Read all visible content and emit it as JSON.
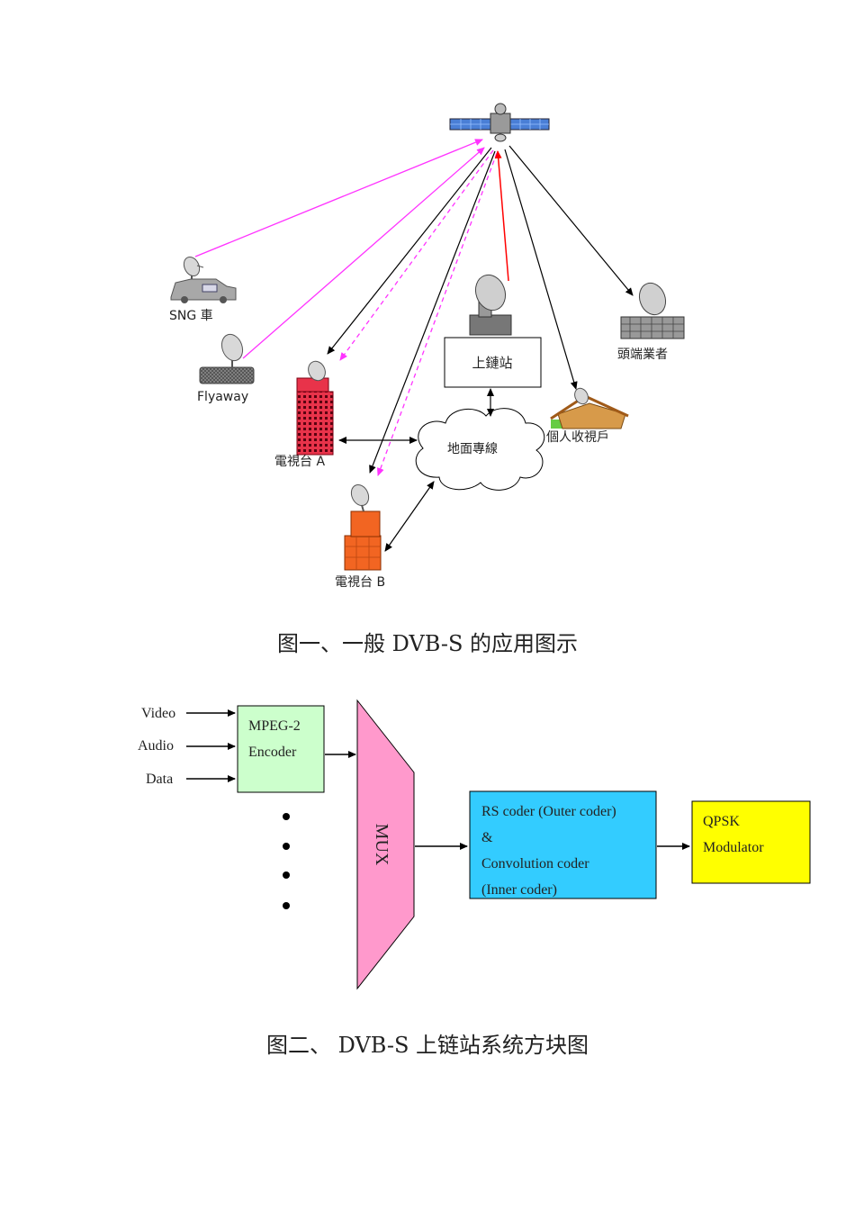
{
  "figure1": {
    "nodes": {
      "sng": "SNG 車",
      "flyaway": "Flyaway",
      "tv_a": "電視台 A",
      "tv_b": "電視台 B",
      "uplink": "上鏈站",
      "terrestrial": "地面專線",
      "home": "個人收視戶",
      "headend": "頭端業者"
    },
    "caption": "图一、一般 DVB-S 的应用图示"
  },
  "figure2": {
    "inputs": [
      "Video",
      "Audio",
      "Data"
    ],
    "encoder": [
      "MPEG-2",
      "Encoder"
    ],
    "mux": "MUX",
    "coder": [
      "RS coder (Outer coder)",
      "&",
      "Convolution coder",
      "(Inner coder)"
    ],
    "modulator": [
      "QPSK",
      "Modulator"
    ],
    "caption": "图二、 DVB-S 上链站系统方块图"
  },
  "colors": {
    "encoder_fill": "#ccffcc",
    "mux_fill": "#ff99cc",
    "coder_fill": "#33ccff",
    "modulator_fill": "#ffff00",
    "uplink_line": "#ff0000",
    "sng_line": "#ff33ff",
    "tv_a_building": "#e8334a",
    "tv_b_building": "#f26522"
  }
}
